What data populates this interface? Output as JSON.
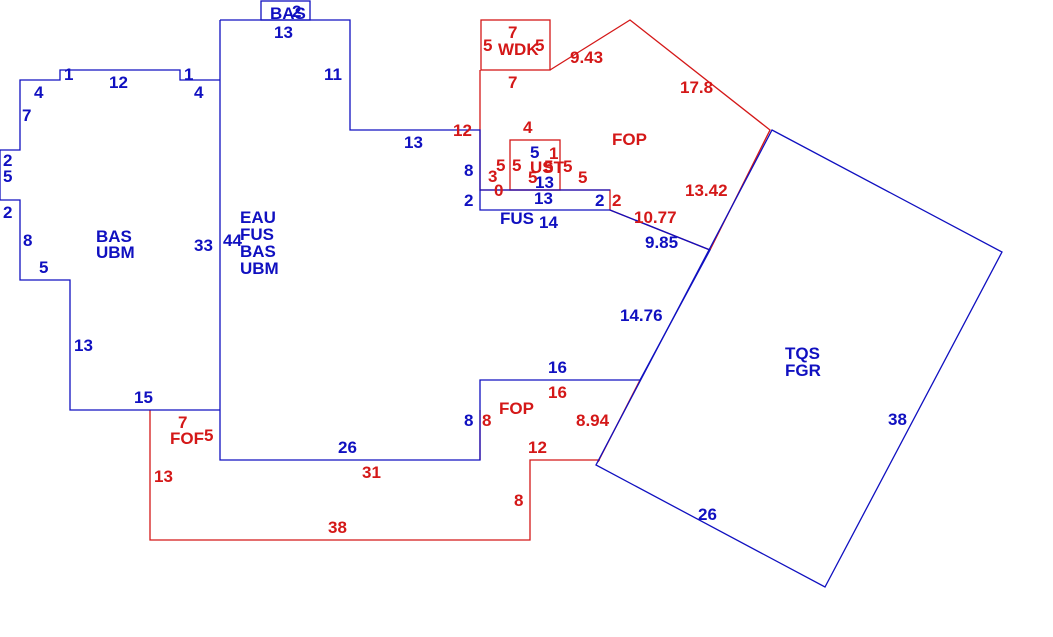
{
  "colors": {
    "blue": "#1010c0",
    "red": "#d41818",
    "background": "#ffffff"
  },
  "areas": {
    "bas_left": [
      "BAS",
      "UBM"
    ],
    "main": [
      "EAU",
      "FUS",
      "BAS",
      "UBM"
    ],
    "tqs": [
      "TQS",
      "FGR"
    ],
    "fop_top": "FOP",
    "fop_mid": "FOP",
    "fof": "FOF",
    "wdk": "WDK",
    "fus_small": "FUS",
    "ust": "UST",
    "bas_top": "BAS"
  },
  "dimensions": {
    "blue": [
      "13",
      "11",
      "13",
      "1",
      "12",
      "1",
      "4",
      "4",
      "7",
      "2",
      "5",
      "2",
      "8",
      "5",
      "33",
      "44",
      "13",
      "15",
      "26",
      "8",
      "16",
      "14.76",
      "9.85",
      "8",
      "2",
      "2",
      "13",
      "14",
      "13",
      "5",
      "38",
      "26",
      "2"
    ],
    "red": [
      "7",
      "5",
      "5",
      "7",
      "9.43",
      "17.8",
      "12",
      "4",
      "3",
      "0",
      "5",
      "5",
      "5",
      "1",
      "5",
      "5",
      "5",
      "2",
      "13.42",
      "10.77",
      "8",
      "16",
      "8.94",
      "12",
      "8",
      "31",
      "7",
      "5",
      "13",
      "38"
    ]
  }
}
